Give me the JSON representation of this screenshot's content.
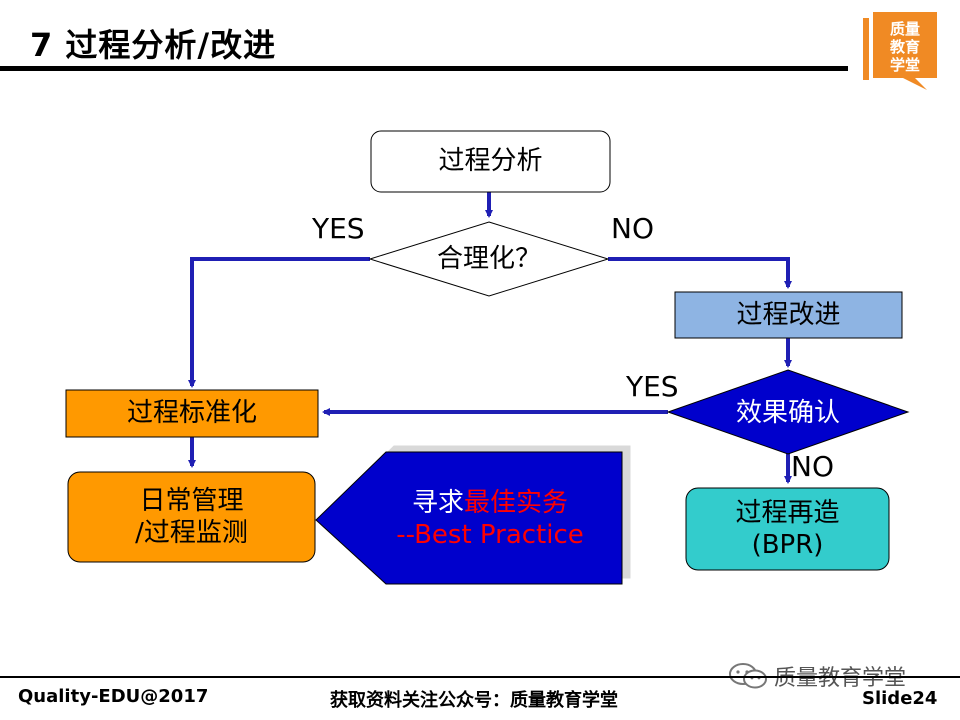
{
  "slide": {
    "title": "7 过程分析/改进",
    "logo_text": [
      "质量",
      "教育",
      "学堂"
    ]
  },
  "diagram": {
    "nodes": {
      "analysis": "过程分析",
      "reasonable": "合理化？",
      "improve": "过程改进",
      "confirm": "效果确认",
      "standardize": "过程标准化",
      "daily_line1": "日常管理",
      "daily_line2": "/过程监测",
      "bpr_line1": "过程再造",
      "bpr_line2": "(BPR)",
      "best_prefix": "寻求",
      "best_highlight": "最佳实务",
      "best_en": "--Best Practice"
    },
    "labels": {
      "yes_top": "YES",
      "no_top": "NO",
      "yes_right": "YES",
      "no_bottom": "NO"
    }
  },
  "footer": {
    "left": "Quality-EDU@2017",
    "center": "获取资料关注公众号：质量教育学堂",
    "right": "Slide24",
    "watermark": "质量教育学堂"
  },
  "colors": {
    "arrow": "#1f1fb4",
    "improve_box": "#8eb4e3",
    "orange": "#ff9900",
    "teal": "#33cccc",
    "navy": "#0000cc",
    "highlight_red": "#ff0000",
    "logo_orange": "#f08a24"
  }
}
